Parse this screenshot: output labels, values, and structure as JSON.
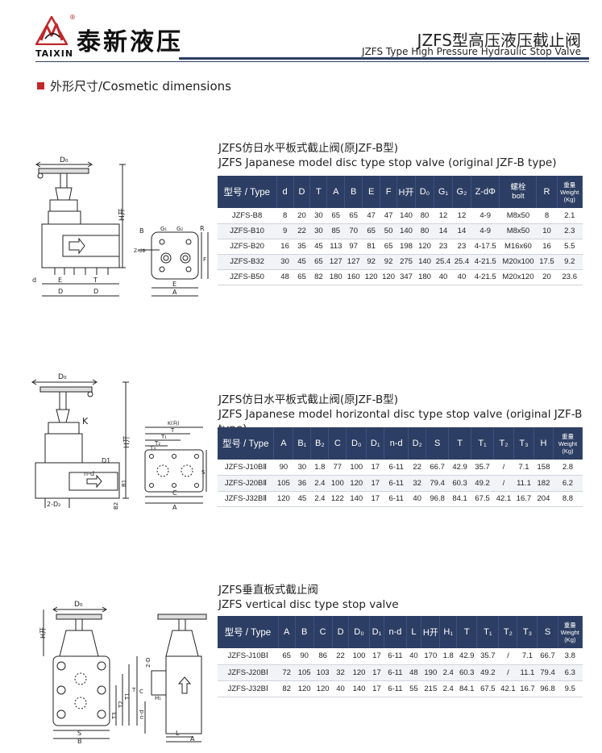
{
  "header": {
    "brand_cn": "泰新液压",
    "brand_en": "TAIXIN",
    "registered": "®",
    "title_cn": "JZFS型高压液压截止阀",
    "title_en": "JZFS Type High Pressure Hydraulic Stop Valve"
  },
  "section": {
    "title": "外形尺寸/Cosmetic dimensions"
  },
  "colors": {
    "brand_red": "#c0282c",
    "navy": "#2c3e63"
  },
  "table1": {
    "caption_cn": "JZFS仿日水平板式截止阀(原JZF-B型)",
    "caption_en": "JZFS Japanese model disc type stop valve (original JZF-B type)",
    "headers": [
      "型号 / Type",
      "d",
      "D",
      "T",
      "A",
      "B",
      "E",
      "F",
      "H开",
      "D₀",
      "G₁",
      "G₂",
      "Z-dΦ",
      "螺栓\nbolt",
      "R",
      "重量\nWeight\n(Kg)"
    ],
    "rows": [
      [
        "JZFS-B8",
        "8",
        "20",
        "30",
        "65",
        "65",
        "47",
        "47",
        "140",
        "80",
        "12",
        "12",
        "4-9",
        "M8x50",
        "8",
        "2.1"
      ],
      [
        "JZFS-B10",
        "9",
        "22",
        "30",
        "85",
        "70",
        "65",
        "50",
        "140",
        "80",
        "14",
        "14",
        "4-9",
        "M8x50",
        "10",
        "2.3"
      ],
      [
        "JZFS-B20",
        "16",
        "35",
        "45",
        "113",
        "97",
        "81",
        "65",
        "198",
        "120",
        "23",
        "23",
        "4-17.5",
        "M16x60",
        "16",
        "5.5"
      ],
      [
        "JZFS-B32",
        "30",
        "45",
        "65",
        "127",
        "127",
        "92",
        "92",
        "275",
        "140",
        "25.4",
        "25.4",
        "4-21.5",
        "M20x100",
        "17.5",
        "9.2"
      ],
      [
        "JZFS-B50",
        "48",
        "65",
        "82",
        "180",
        "160",
        "120",
        "120",
        "347",
        "180",
        "40",
        "40",
        "4-21.5",
        "M20x120",
        "20",
        "23.6"
      ]
    ]
  },
  "table2": {
    "caption_cn": "JZFS仿日水平板式截止阀(原JZF-B型)",
    "caption_en": "JZFS Japanese model horizontal disc type stop valve (original JZF-B type)",
    "headers": [
      "型号 / Type",
      "A",
      "B₁",
      "B₂",
      "C",
      "D₀",
      "D₁",
      "n-d",
      "D₂",
      "S",
      "T",
      "T₁",
      "T₂",
      "T₃",
      "H",
      "重量\nWeight\n(Kg)"
    ],
    "rows": [
      [
        "JZFS-J10BⅡ",
        "90",
        "30",
        "1.8",
        "77",
        "100",
        "17",
        "6-11",
        "22",
        "66.7",
        "42.9",
        "35.7",
        "/",
        "7.1",
        "158",
        "2.8"
      ],
      [
        "JZFS-J20BⅡ",
        "105",
        "36",
        "2.4",
        "100",
        "120",
        "17",
        "6-11",
        "32",
        "79.4",
        "60.3",
        "49.2",
        "/",
        "11.1",
        "182",
        "6.2"
      ],
      [
        "JZFS-J32BⅡ",
        "120",
        "45",
        "2.4",
        "122",
        "140",
        "17",
        "6-11",
        "40",
        "96.8",
        "84.1",
        "67.5",
        "42.1",
        "16.7",
        "204",
        "8.8"
      ]
    ]
  },
  "table3": {
    "caption_cn": "JZFS垂直板式截止阀",
    "caption_en": "JZFS vertical disc type stop valve",
    "headers": [
      "型号 / Type",
      "A",
      "B",
      "C",
      "D",
      "D₀",
      "D₁",
      "n-d",
      "L",
      "H开",
      "H₁",
      "T",
      "T₁",
      "T₂",
      "T₃",
      "S",
      "重量\nWeight\n(Kg)"
    ],
    "rows": [
      [
        "JZFS-J10BⅠ",
        "65",
        "90",
        "86",
        "22",
        "100",
        "17",
        "6-11",
        "40",
        "170",
        "1.8",
        "42.9",
        "35.7",
        "/",
        "7.1",
        "66.7",
        "3.8"
      ],
      [
        "JZFS-J20BⅠ",
        "72",
        "105",
        "103",
        "32",
        "120",
        "17",
        "6-11",
        "48",
        "190",
        "2.4",
        "60.3",
        "49.2",
        "/",
        "11.1",
        "79.4",
        "6.3"
      ],
      [
        "JZFS-J32BⅠ",
        "82",
        "120",
        "120",
        "40",
        "140",
        "17",
        "6-11",
        "55",
        "215",
        "2.4",
        "84.1",
        "67.5",
        "42.1",
        "16.7",
        "96.8",
        "9.5"
      ]
    ]
  },
  "drawing_labels": {
    "d1": {
      "D0": "D₀",
      "H": "H开",
      "E": "E",
      "d": "d",
      "D": "D",
      "T": "T",
      "B": "B",
      "G1": "G₁",
      "G2": "G₂",
      "Zd": "Z-dΦ",
      "R": "R",
      "F": "F",
      "A": "A"
    },
    "d2": {
      "D0": "D₀",
      "K": "K",
      "H": "H开",
      "D1": "D1",
      "B1": "B1",
      "nd": "n-d",
      "B2": "B2",
      "D2": "2-D₂",
      "Kr": "K(向)",
      "T": "T",
      "T1": "T₁",
      "T2": "T₂",
      "T3": "T₃",
      "S": "S",
      "C": "C",
      "A": "A"
    },
    "d3": {
      "D0": "D₀",
      "H": "H开",
      "T3": "T3",
      "T2": "T2",
      "T1": "T1",
      "T": "T",
      "C": "C",
      "S": "S",
      "B": "B",
      "D2": "2-D",
      "H1": "H₁",
      "nd": "n-d",
      "L": "L",
      "A": "A"
    }
  }
}
